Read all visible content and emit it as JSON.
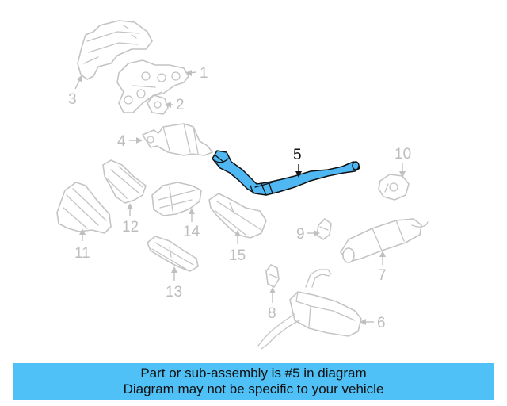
{
  "callouts": {
    "c1": "1",
    "c2": "2",
    "c3": "3",
    "c4": "4",
    "c5": "5",
    "c6": "6",
    "c7": "7",
    "c8": "8",
    "c9": "9",
    "c10": "10",
    "c11": "11",
    "c12": "12",
    "c13": "13",
    "c14": "14",
    "c15": "15"
  },
  "highlighted_part": "5",
  "colors": {
    "highlight_fill": "#4fb8f2",
    "banner_background": "#4fc1f7",
    "line_gray": "#c4c4c4"
  },
  "banner": {
    "line1": "Part or sub-assembly is #5 in diagram",
    "line2": "Diagram may not be specific to your vehicle"
  }
}
